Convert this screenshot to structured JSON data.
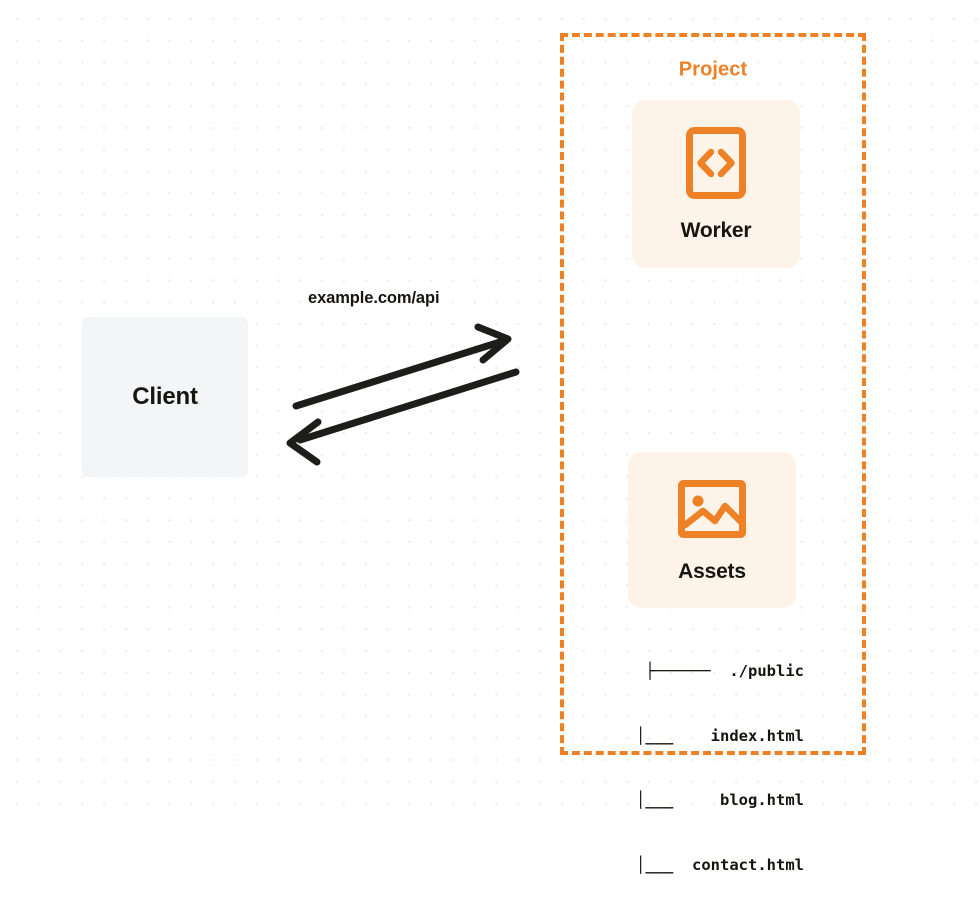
{
  "diagram": {
    "title": "Project architecture diagram",
    "background": {
      "type": "dot-grid",
      "dot_color": "#ececec",
      "page_color": "#ffffff"
    },
    "colors": {
      "accent_orange": "#ee8125",
      "card_background": "#fdf3e9",
      "client_background": "#f4f5f7",
      "text_dark": "#17150f",
      "arrow_stroke": "#1d1d1b"
    }
  },
  "client": {
    "label": "Client"
  },
  "connection": {
    "label": "example.com/api",
    "request_arrow": {
      "direction": "client-to-project",
      "points_to": "right"
    },
    "response_arrow": {
      "direction": "project-to-client",
      "points_to": "left"
    }
  },
  "project": {
    "title": "Project",
    "border_style": "dashed",
    "services": [
      {
        "label": "Worker",
        "icon": "code-brackets-icon"
      },
      {
        "label": "Assets",
        "icon": "image-icon"
      }
    ],
    "file_tree": [
      {
        "connector": "├──────",
        "name": "./public"
      },
      {
        "connector": "│___",
        "name": "index.html"
      },
      {
        "connector": "│___",
        "name": "blog.html"
      },
      {
        "connector": "│___",
        "name": "contact.html"
      }
    ],
    "file_tree_lines": [
      "├──────  ./public",
      "│___    index.html",
      "│___     blog.html",
      "│___  contact.html"
    ]
  }
}
